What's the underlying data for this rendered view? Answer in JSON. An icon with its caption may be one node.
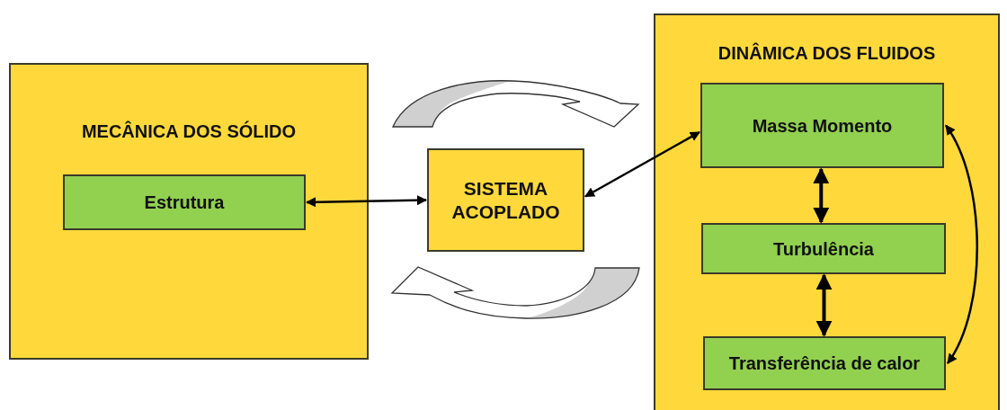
{
  "diagram": {
    "nodes": [
      {
        "text": [
          "MECÂNICA DOS SÓLIDO"
        ]
      },
      {
        "text": [
          "Estrutura"
        ],
        "in": 0
      },
      {
        "text": [
          "SISTEMA ACOPLADO"
        ]
      },
      {
        "text": [
          "DINÂMICA DOS FLUIDOS"
        ]
      },
      {
        "text": [
          "Massa Momento"
        ],
        "in": 3
      },
      {
        "text": [
          "Turbulência"
        ],
        "in": 3
      },
      {
        "text": [
          "Transferência de calor"
        ],
        "in": 3
      }
    ],
    "edges": [
      {
        "from": 1,
        "to": 2,
        "arrow": "both"
      },
      {
        "from": 2,
        "to": 4,
        "arrow": "both"
      },
      {
        "from": 4,
        "to": 5,
        "arrow": "both"
      },
      {
        "from": 5,
        "to": 6,
        "arrow": "both"
      },
      {
        "from": 4,
        "to": 6,
        "arrow": "both"
      }
    ]
  }
}
